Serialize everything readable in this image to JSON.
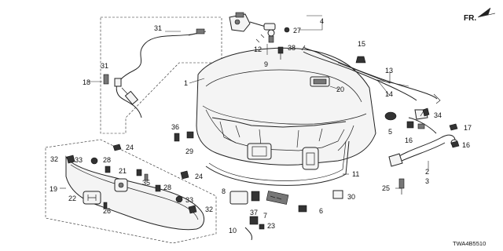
{
  "direction_indicator": {
    "label": "FR."
  },
  "drawing_code": "TWA4B5510",
  "callouts": [
    {
      "id": "c1",
      "text": "1"
    },
    {
      "id": "c2",
      "text": "2"
    },
    {
      "id": "c3",
      "text": "3"
    },
    {
      "id": "c4",
      "text": "4"
    },
    {
      "id": "c5",
      "text": "5"
    },
    {
      "id": "c6",
      "text": "6"
    },
    {
      "id": "c7",
      "text": "7"
    },
    {
      "id": "c8",
      "text": "8"
    },
    {
      "id": "c9",
      "text": "9"
    },
    {
      "id": "c10",
      "text": "10"
    },
    {
      "id": "c11",
      "text": "11"
    },
    {
      "id": "c12",
      "text": "12"
    },
    {
      "id": "c13",
      "text": "13"
    },
    {
      "id": "c14",
      "text": "14"
    },
    {
      "id": "c15",
      "text": "15"
    },
    {
      "id": "c16a",
      "text": "16"
    },
    {
      "id": "c16b",
      "text": "16"
    },
    {
      "id": "c17",
      "text": "17"
    },
    {
      "id": "c18",
      "text": "18"
    },
    {
      "id": "c19",
      "text": "19"
    },
    {
      "id": "c20",
      "text": "20"
    },
    {
      "id": "c21",
      "text": "21"
    },
    {
      "id": "c22",
      "text": "22"
    },
    {
      "id": "c23",
      "text": "23"
    },
    {
      "id": "c24a",
      "text": "24"
    },
    {
      "id": "c24b",
      "text": "24"
    },
    {
      "id": "c25",
      "text": "25"
    },
    {
      "id": "c26",
      "text": "26"
    },
    {
      "id": "c27",
      "text": "27"
    },
    {
      "id": "c28a",
      "text": "28"
    },
    {
      "id": "c28b",
      "text": "28"
    },
    {
      "id": "c29",
      "text": "29"
    },
    {
      "id": "c30",
      "text": "30"
    },
    {
      "id": "c31a",
      "text": "31"
    },
    {
      "id": "c31b",
      "text": "31"
    },
    {
      "id": "c32a",
      "text": "32"
    },
    {
      "id": "c32b",
      "text": "32"
    },
    {
      "id": "c33a",
      "text": "33"
    },
    {
      "id": "c33b",
      "text": "33"
    },
    {
      "id": "c34",
      "text": "34"
    },
    {
      "id": "c35",
      "text": "35"
    },
    {
      "id": "c36",
      "text": "36"
    },
    {
      "id": "c37",
      "text": "37"
    },
    {
      "id": "c38",
      "text": "38"
    }
  ]
}
